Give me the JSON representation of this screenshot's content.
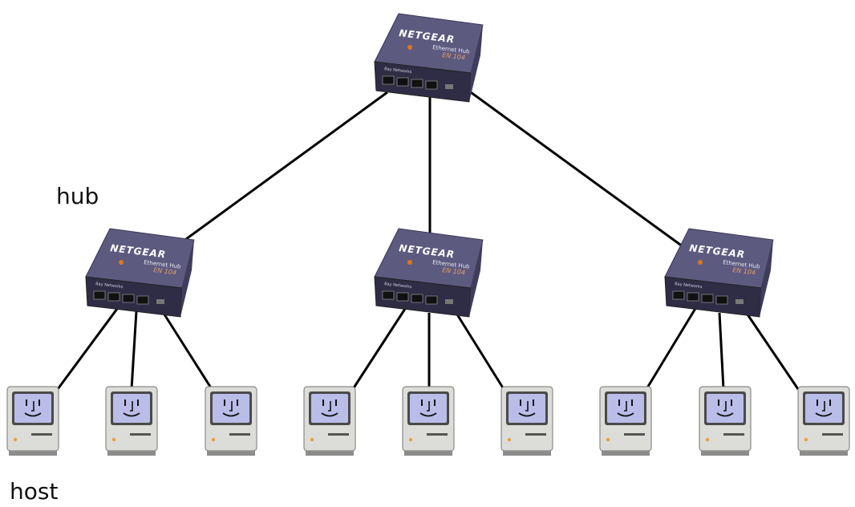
{
  "labels": {
    "hub": "hub",
    "host": "host"
  },
  "device": {
    "brand": "NETGEAR",
    "model_line1": "Ethernet Hub",
    "model_line2": "EN 104",
    "maker": "Bay Networks"
  },
  "colors": {
    "hub_body": "#4a4868",
    "hub_top": "#5d5a80",
    "hub_front": "#2f2d45",
    "accent": "#d8781c",
    "link": "#000000",
    "host_case": "#dcdcd8",
    "host_screen": "#b9bde8",
    "host_base": "#8c8c8c"
  },
  "icons": {
    "hub": "ethernet-hub-icon",
    "host": "classic-mac-computer-icon"
  }
}
